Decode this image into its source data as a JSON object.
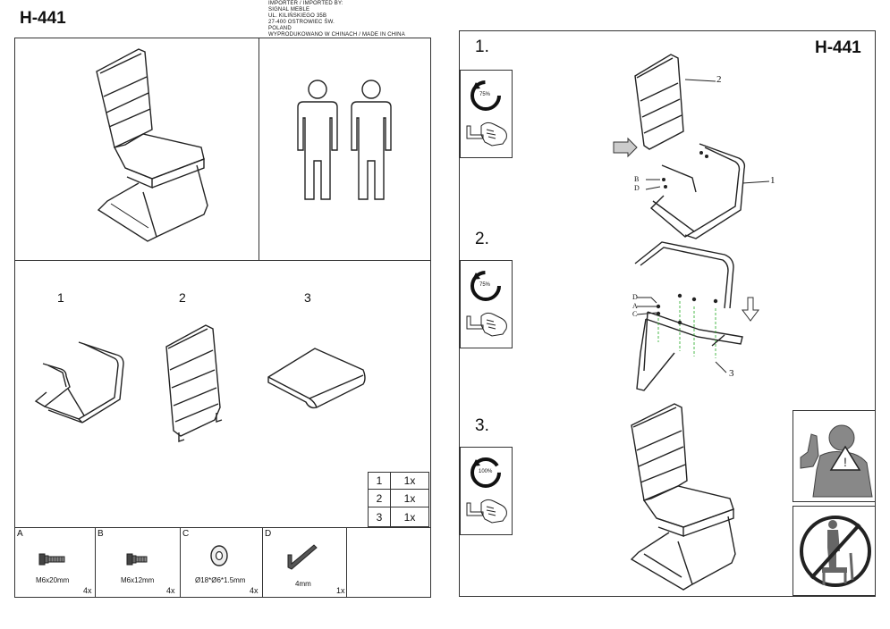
{
  "left_sheet": {
    "model": "H-441",
    "importer_lines": [
      "IMPORTER / IMPORTED BY:",
      "SIGNAL MEBLE",
      "UL. KILIŃSKIEGO 35B",
      "27-400 OSTROWIEC ŚW.",
      "POLAND",
      "WYPRODUKOWANO W CHINACH / MADE IN CHINA"
    ],
    "part_numbers": [
      "1",
      "2",
      "3"
    ],
    "quantities": [
      {
        "part": "1",
        "qty": "1x"
      },
      {
        "part": "2",
        "qty": "1x"
      },
      {
        "part": "3",
        "qty": "1x"
      }
    ],
    "hardware": [
      {
        "letter": "A",
        "name": "M6x20mm",
        "qty": "4x",
        "icon": "bolt-icon"
      },
      {
        "letter": "B",
        "name": "M6x12mm",
        "qty": "4x",
        "icon": "short-bolt-icon"
      },
      {
        "letter": "C",
        "name": "Ø18*Ø6*1.5mm",
        "qty": "4x",
        "icon": "washer-icon"
      },
      {
        "letter": "D",
        "name": "4mm",
        "qty": "1x",
        "icon": "allen-key-icon"
      }
    ]
  },
  "right_sheet": {
    "model": "H-441",
    "steps": [
      {
        "number": "1.",
        "tighten": "75%",
        "callouts": [
          "2",
          "1",
          "B",
          "D"
        ]
      },
      {
        "number": "2.",
        "tighten": "75%",
        "callouts": [
          "D",
          "A",
          "C",
          "3"
        ]
      },
      {
        "number": "3.",
        "tighten": "100%",
        "callouts": []
      }
    ]
  }
}
